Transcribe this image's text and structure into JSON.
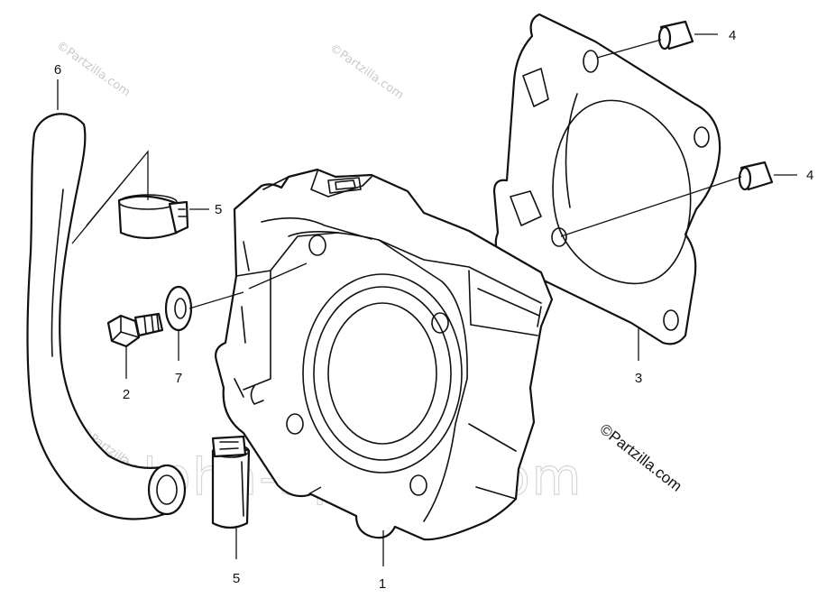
{
  "callouts": {
    "c1": "1",
    "c2": "2",
    "c3": "3",
    "c4a": "4",
    "c4b": "4",
    "c5a": "5",
    "c5b": "5",
    "c6": "6",
    "c7": "7"
  },
  "watermarks": {
    "partzilla_small": "©Partzilla.com",
    "alpha_sports": "Alpha-Sports.com"
  },
  "copyright": "©Partzilla.com"
}
